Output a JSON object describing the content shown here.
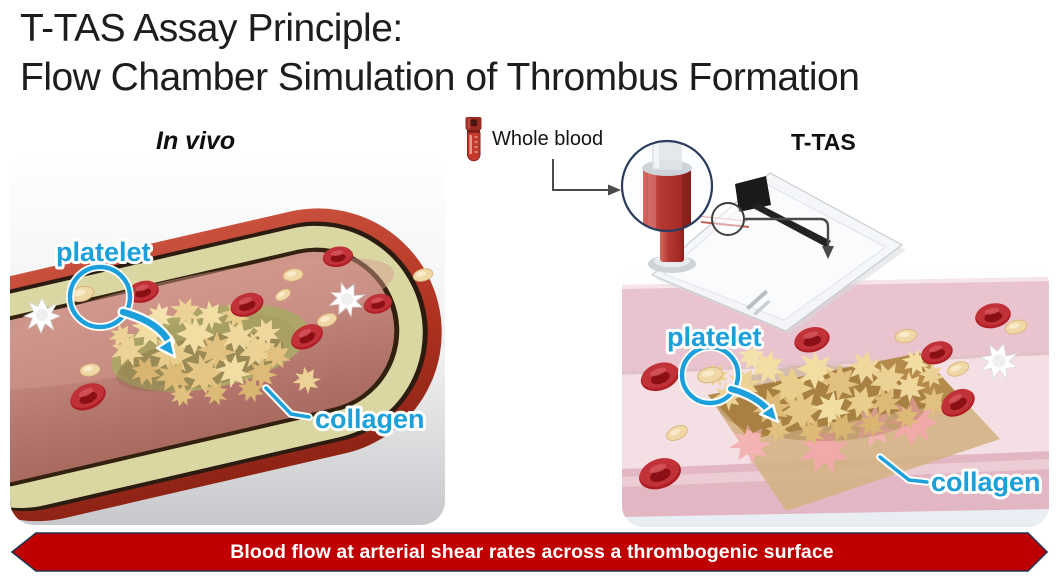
{
  "slide": {
    "title_line1": "T-TAS Assay Principle:",
    "title_line2": "Flow Chamber Simulation of Thrombus Formation"
  },
  "in_vivo": {
    "heading": "In vivo",
    "platelet_label": "platelet",
    "collagen_label": "collagen"
  },
  "ttas": {
    "heading": "T-TAS",
    "whole_blood_label": "Whole blood",
    "platelet_label": "platelet",
    "collagen_label": "collagen"
  },
  "banner": {
    "text": "Blood flow at arterial shear rates across a thrombogenic surface",
    "color": "#C00000",
    "border_color": "#233250"
  },
  "colors": {
    "label_cyan": "#1BA0DB",
    "title_text": "#1D1D1D",
    "arrow_gray": "#4A4A4A",
    "vessel_red": "#B23322",
    "collagen_cream": "#DBD7A3",
    "lumen_pink": "#C08379",
    "channel_pink": "#F4E0E4",
    "collagen_patch_tan": "#AE8440"
  },
  "icons": {
    "blood_tube": "blood-tube-icon",
    "magnifier_circle": "magnifier-circle-icon",
    "chip": "ttas-chip-graphic",
    "elbow_arrow": "elbow-arrow-icon",
    "down_arrow": "down-elbow-arrow-icon",
    "callout_circle": "platelet-callout-circle",
    "curved_arrow": "platelet-curved-arrow"
  }
}
